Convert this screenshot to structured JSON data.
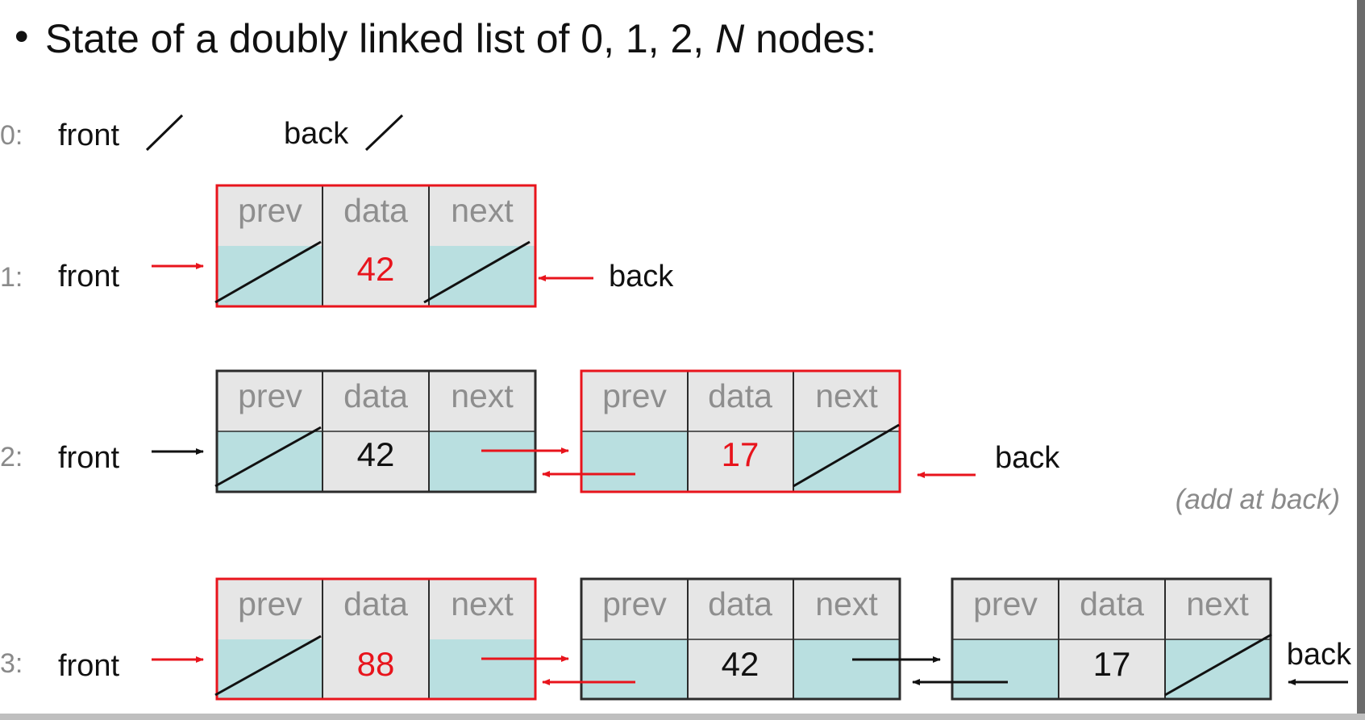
{
  "title": {
    "bullet": "•",
    "text_before": "State of a doubly linked list of 0, 1, 2, ",
    "text_italic": "N",
    "text_after": " nodes:"
  },
  "row_labels": [
    "0:",
    "1:",
    "2:",
    "3:"
  ],
  "front_label": "front",
  "back_label": "back",
  "field_labels": {
    "prev": "prev",
    "data": "data",
    "next": "next"
  },
  "values": {
    "row1_node1": "42",
    "row2_node1": "42",
    "row2_node2": "17",
    "row3_node1": "88",
    "row3_node2": "42",
    "row3_node3": "17"
  },
  "note": "(add at back)",
  "colors": {
    "highlight": "#e8141c",
    "pointer_field": "#b9dfe0",
    "header_field": "#e6e6e6",
    "node_border": "#2b2b2b",
    "null_slash": "#111111"
  }
}
